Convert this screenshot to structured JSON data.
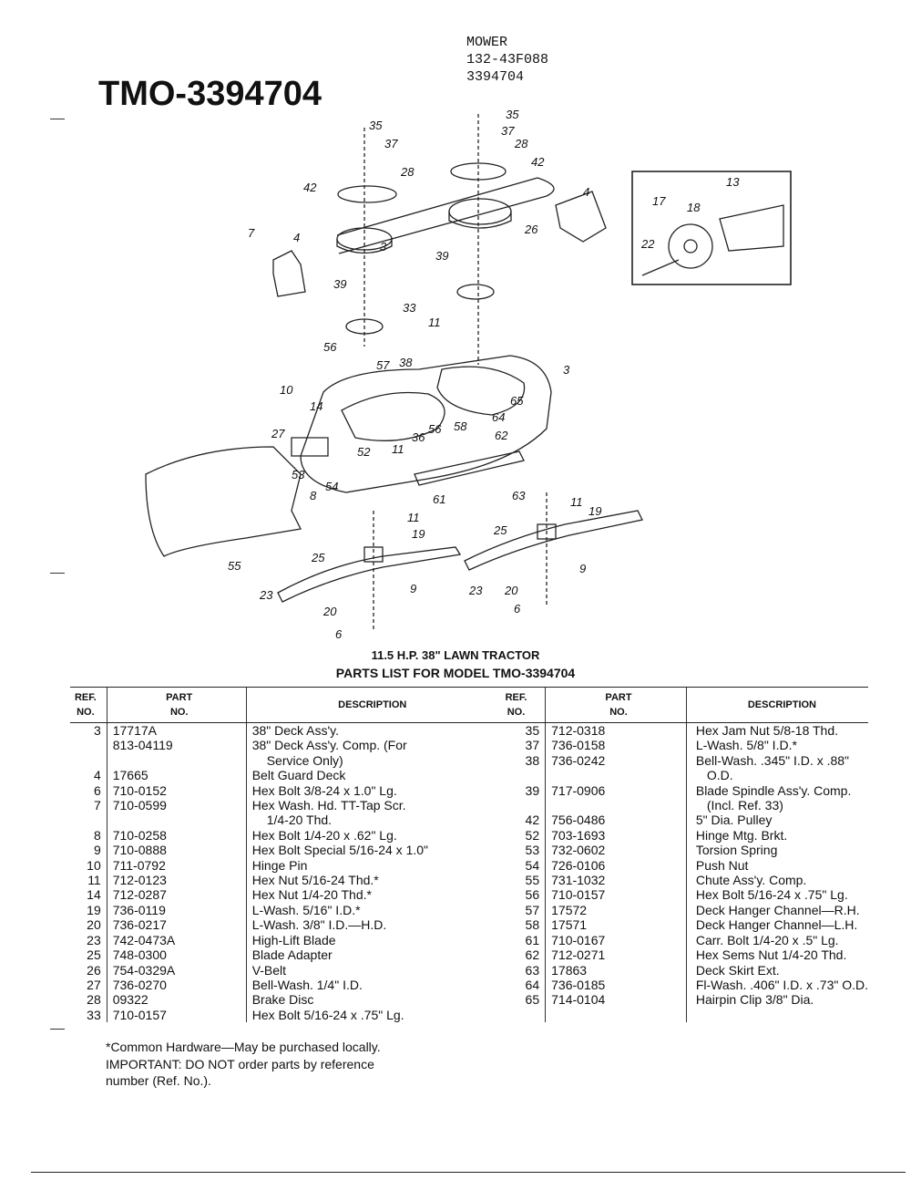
{
  "header": {
    "model_title": "TMO-3394704",
    "mower_lines": [
      "MOWER",
      "132-43F088",
      "3394704"
    ]
  },
  "diagram": {
    "callouts": [
      "35",
      "37",
      "28",
      "42",
      "4",
      "7",
      "39",
      "33",
      "56",
      "57",
      "11",
      "38",
      "3",
      "10",
      "14",
      "27",
      "36",
      "52",
      "53",
      "8",
      "54",
      "55",
      "64",
      "65",
      "58",
      "62",
      "61",
      "63",
      "11",
      "19",
      "25",
      "23",
      "9",
      "20",
      "6",
      "11",
      "19",
      "25",
      "23",
      "20",
      "9",
      "6",
      "13",
      "17",
      "18",
      "22",
      "35",
      "37",
      "28",
      "42",
      "39",
      "26"
    ]
  },
  "titles": {
    "line1": "11.5 H.P. 38\" LAWN TRACTOR",
    "line2": "PARTS LIST FOR MODEL TMO-3394704"
  },
  "table": {
    "headers": {
      "ref_no_1": "REF.",
      "ref_no_2": "NO.",
      "part_no_1": "PART",
      "part_no_2": "NO.",
      "description": "DESCRIPTION"
    },
    "left_rows": [
      {
        "ref": "3",
        "part": "17717A",
        "desc": "38\" Deck Ass'y."
      },
      {
        "ref": "",
        "part": "813-04119",
        "desc": "38\" Deck Ass'y. Comp.  (For"
      },
      {
        "ref": "",
        "part": "",
        "desc": "Service Only)",
        "indent": true
      },
      {
        "ref": "4",
        "part": "17665",
        "desc": "Belt Guard Deck"
      },
      {
        "ref": "6",
        "part": "710-0152",
        "desc": "Hex Bolt 3/8-24 x 1.0\" Lg."
      },
      {
        "ref": "7",
        "part": "710-0599",
        "desc": "Hex Wash. Hd. TT-Tap Scr."
      },
      {
        "ref": "",
        "part": "",
        "desc": "1/4-20 Thd.",
        "indent": true
      },
      {
        "ref": "8",
        "part": "710-0258",
        "desc": "Hex Bolt 1/4-20 x .62\" Lg."
      },
      {
        "ref": "9",
        "part": "710-0888",
        "desc": "Hex Bolt Special 5/16-24 x 1.0\""
      },
      {
        "ref": "10",
        "part": "711-0792",
        "desc": "Hinge Pin"
      },
      {
        "ref": "11",
        "part": "712-0123",
        "desc": "Hex Nut 5/16-24 Thd.*"
      },
      {
        "ref": "14",
        "part": "712-0287",
        "desc": "Hex Nut 1/4-20 Thd.*"
      },
      {
        "ref": "19",
        "part": "736-0119",
        "desc": "L-Wash. 5/16\" I.D.*"
      },
      {
        "ref": "20",
        "part": "736-0217",
        "desc": "L-Wash. 3/8\" I.D.—H.D."
      },
      {
        "ref": "23",
        "part": "742-0473A",
        "desc": "High-Lift Blade"
      },
      {
        "ref": "25",
        "part": "748-0300",
        "desc": "Blade Adapter"
      },
      {
        "ref": "26",
        "part": "754-0329A",
        "desc": "V-Belt"
      },
      {
        "ref": "27",
        "part": "736-0270",
        "desc": "Bell-Wash. 1/4\" I.D."
      },
      {
        "ref": "28",
        "part": "09322",
        "desc": "Brake Disc"
      },
      {
        "ref": "33",
        "part": "710-0157",
        "desc": "Hex Bolt 5/16-24 x .75\" Lg."
      }
    ],
    "right_rows": [
      {
        "ref": "35",
        "part": "712-0318",
        "desc": "Hex Jam Nut 5/8-18 Thd."
      },
      {
        "ref": "37",
        "part": "736-0158",
        "desc": "L-Wash. 5/8\" I.D.*"
      },
      {
        "ref": "38",
        "part": "736-0242",
        "desc": "Bell-Wash. .345\" I.D. x .88\""
      },
      {
        "ref": "",
        "part": "",
        "desc": "O.D.",
        "indent": true
      },
      {
        "ref": "39",
        "part": "717-0906",
        "desc": "Blade Spindle Ass'y. Comp."
      },
      {
        "ref": "",
        "part": "",
        "desc": "(Incl. Ref. 33)",
        "indent": true
      },
      {
        "ref": "42",
        "part": "756-0486",
        "desc": "5\" Dia. Pulley"
      },
      {
        "ref": "52",
        "part": "703-1693",
        "desc": "Hinge Mtg. Brkt."
      },
      {
        "ref": "53",
        "part": "732-0602",
        "desc": "Torsion Spring"
      },
      {
        "ref": "54",
        "part": "726-0106",
        "desc": "Push Nut"
      },
      {
        "ref": "55",
        "part": "731-1032",
        "desc": "Chute Ass'y. Comp."
      },
      {
        "ref": "56",
        "part": "710-0157",
        "desc": "Hex Bolt 5/16-24 x .75\" Lg."
      },
      {
        "ref": "57",
        "part": "17572",
        "desc": "Deck Hanger Channel—R.H."
      },
      {
        "ref": "58",
        "part": "17571",
        "desc": "Deck Hanger Channel—L.H."
      },
      {
        "ref": "61",
        "part": "710-0167",
        "desc": "Carr. Bolt 1/4-20 x .5\" Lg."
      },
      {
        "ref": "62",
        "part": "712-0271",
        "desc": "Hex Sems Nut 1/4-20 Thd."
      },
      {
        "ref": "63",
        "part": "17863",
        "desc": "Deck Skirt Ext."
      },
      {
        "ref": "64",
        "part": "736-0185",
        "desc": "Fl-Wash. .406\" I.D. x .73\" O.D."
      },
      {
        "ref": "65",
        "part": "714-0104",
        "desc": "Hairpin Clip 3/8\" Dia."
      },
      {
        "ref": "",
        "part": "",
        "desc": ""
      }
    ]
  },
  "notes": {
    "line1": "*Common Hardware—May be purchased locally.",
    "line2": "IMPORTANT: DO NOT order parts by reference",
    "line3": "number (Ref. No.)."
  }
}
